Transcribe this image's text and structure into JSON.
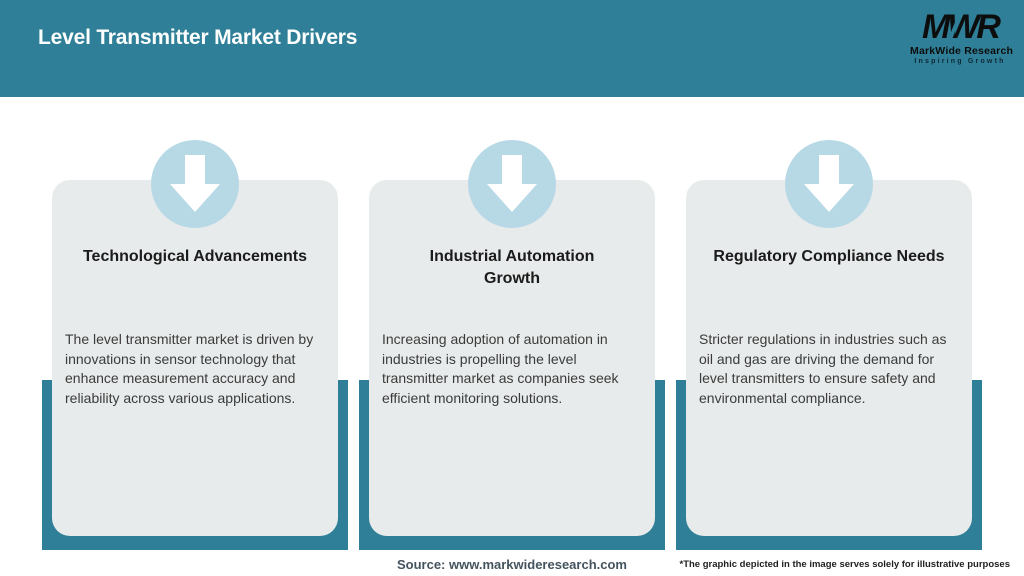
{
  "header": {
    "title": "Level Transmitter Market Drivers",
    "logo": {
      "monogram": "MWR",
      "name": "MarkWide Research",
      "tagline": "Inspiring Growth"
    }
  },
  "cards": [
    {
      "title": "Technological Advancements",
      "body": "The level transmitter market is driven by innovations in sensor technology that enhance measurement accuracy and reliability across various applications.",
      "icon": "arrow-down-icon"
    },
    {
      "title": "Industrial Automation\nGrowth",
      "body": "Increasing adoption of automation in industries is propelling the level transmitter market as companies seek efficient monitoring solutions.",
      "icon": "arrow-down-icon"
    },
    {
      "title": "Regulatory Compliance Needs",
      "body": "Stricter regulations in industries such as oil and gas are driving the demand for level transmitters to ensure safety and environmental compliance.",
      "icon": "arrow-down-icon"
    }
  ],
  "footer": {
    "source": "Source: www.markwideresearch.com",
    "disclaimer": "*The graphic depicted in the image serves solely for illustrative purposes"
  },
  "colors": {
    "teal": "#2e7f97",
    "card_bg": "#e8ebeb",
    "circle_blue": "#b7d9e6",
    "title_text": "#1b1b1b",
    "body_text": "#3b3b3b",
    "source_text": "#44545e"
  }
}
